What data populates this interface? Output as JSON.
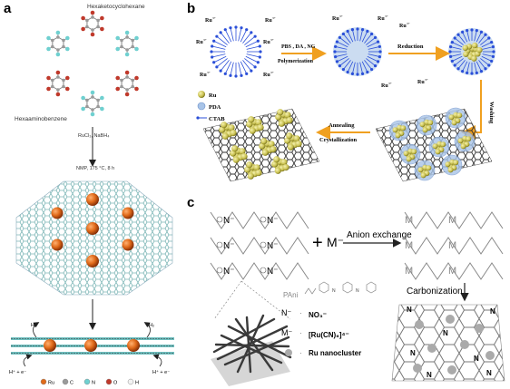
{
  "panel_a": {
    "label": "a",
    "molecule_top": "Hexaketocyclohexane",
    "molecule_bottom": "Hexaaminobenzene",
    "reagents": "RuCl₃, NaBH₄",
    "conditions": "NMP, 175 °C, 8 h",
    "h2_left": "H₂",
    "h2_right": "H₂",
    "proton_left": "H⁺ + e⁻",
    "proton_right": "H⁺ + e⁻",
    "legend": [
      {
        "sym": "Ru",
        "color": "#e06a1a"
      },
      {
        "sym": "C",
        "color": "#9a9a9a"
      },
      {
        "sym": "N",
        "color": "#6fd0d0"
      },
      {
        "sym": "O",
        "color": "#c0392b"
      },
      {
        "sym": "H",
        "color": "#f2f2f2"
      }
    ]
  },
  "panel_b": {
    "label": "b",
    "ion": "Ru",
    "ion_charge": "3+",
    "step1_line1": "PBS , DA , NG",
    "step1_line2": "Polymerization",
    "step2": "Reduction",
    "step3": "Washing",
    "step4_line1": "Annealing",
    "step4_line2": "Crystallization",
    "legend": [
      {
        "key": "ru",
        "text": "Ru"
      },
      {
        "key": "pda",
        "text": "PDA"
      },
      {
        "key": "ctab",
        "text": "CTAB"
      }
    ]
  },
  "panel_c": {
    "label": "c",
    "n_minus": "N⁻",
    "m_minus": "M⁻",
    "plus": "+",
    "m_symbol": "M",
    "anion_exchange": "Anion exchange",
    "carbonization": "Carbonization",
    "pani": "PAni",
    "n_atom": "N",
    "legend_n": "NO₃⁻",
    "legend_m": "[Ru(CN)₆]⁴⁻",
    "legend_ru": "Ru nanocluster",
    "key_n": "N⁻",
    "key_m": "M⁻"
  },
  "colors": {
    "ru_orange": "#e06a1a",
    "arrow_orange": "#f0a020",
    "blue_ctab": "#2b4fd8",
    "ru_green": "#d8d070",
    "pda_blue": "#a8c4e8"
  }
}
